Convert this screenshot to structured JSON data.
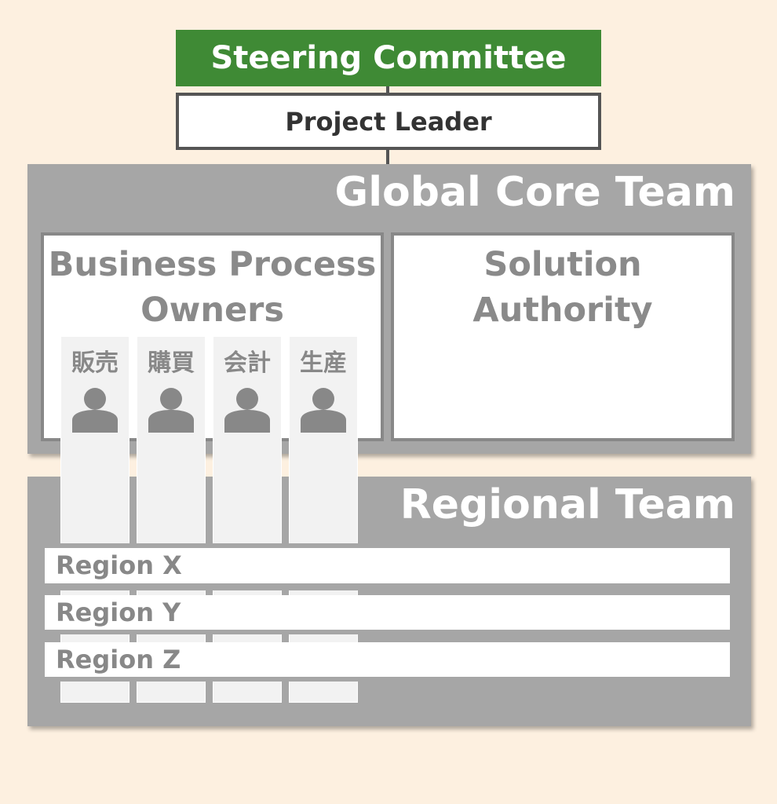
{
  "steering_committee": "Steering Committee",
  "project_leader": "Project Leader",
  "global_core_team": {
    "title": "Global Core Team",
    "business_process_owners": "Business Process Owners",
    "solution_authority": "Solution Authority"
  },
  "functions": [
    {
      "label": "販売"
    },
    {
      "label": "購買"
    },
    {
      "label": "会計"
    },
    {
      "label": "生産"
    }
  ],
  "regional_team": {
    "title": "Regional Team",
    "regions": [
      {
        "label": "Region X"
      },
      {
        "label": "Region Y"
      },
      {
        "label": "Region Z"
      }
    ]
  },
  "colors": {
    "green": "#3f8a35",
    "team_gray": "#a6a6a6",
    "background": "#fdf0e0"
  }
}
